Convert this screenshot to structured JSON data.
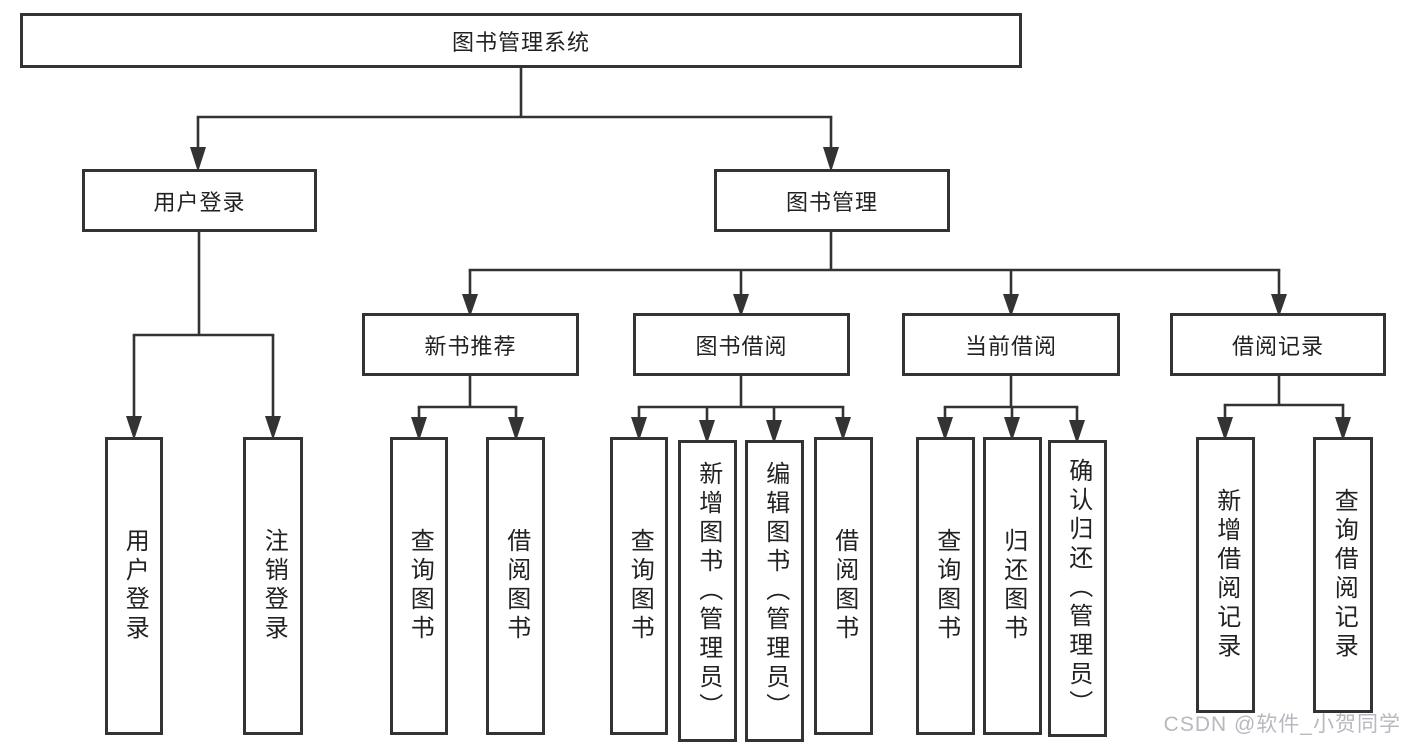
{
  "colors": {
    "line": "#333333",
    "box_border": "#333333",
    "text": "#222222",
    "background": "#ffffff",
    "watermark": "#b5b5bc"
  },
  "watermark": "CSDN @软件_小贺同学",
  "tree": {
    "label": "图书管理系统",
    "children": [
      {
        "label": "用户登录",
        "children": [
          {
            "label": "用户登录"
          },
          {
            "label": "注销登录"
          }
        ]
      },
      {
        "label": "图书管理",
        "children": [
          {
            "label": "新书推荐",
            "children": [
              {
                "label": "查询图书"
              },
              {
                "label": "借阅图书"
              }
            ]
          },
          {
            "label": "图书借阅",
            "children": [
              {
                "label": "查询图书"
              },
              {
                "label": "新增图书（管理员）"
              },
              {
                "label": "编辑图书（管理员）"
              },
              {
                "label": "借阅图书"
              }
            ]
          },
          {
            "label": "当前借阅",
            "children": [
              {
                "label": "查询图书"
              },
              {
                "label": "归还图书"
              },
              {
                "label": "确认归还（管理员）"
              }
            ]
          },
          {
            "label": "借阅记录",
            "children": [
              {
                "label": "新增借阅记录"
              },
              {
                "label": "查询借阅记录"
              }
            ]
          }
        ]
      }
    ]
  }
}
